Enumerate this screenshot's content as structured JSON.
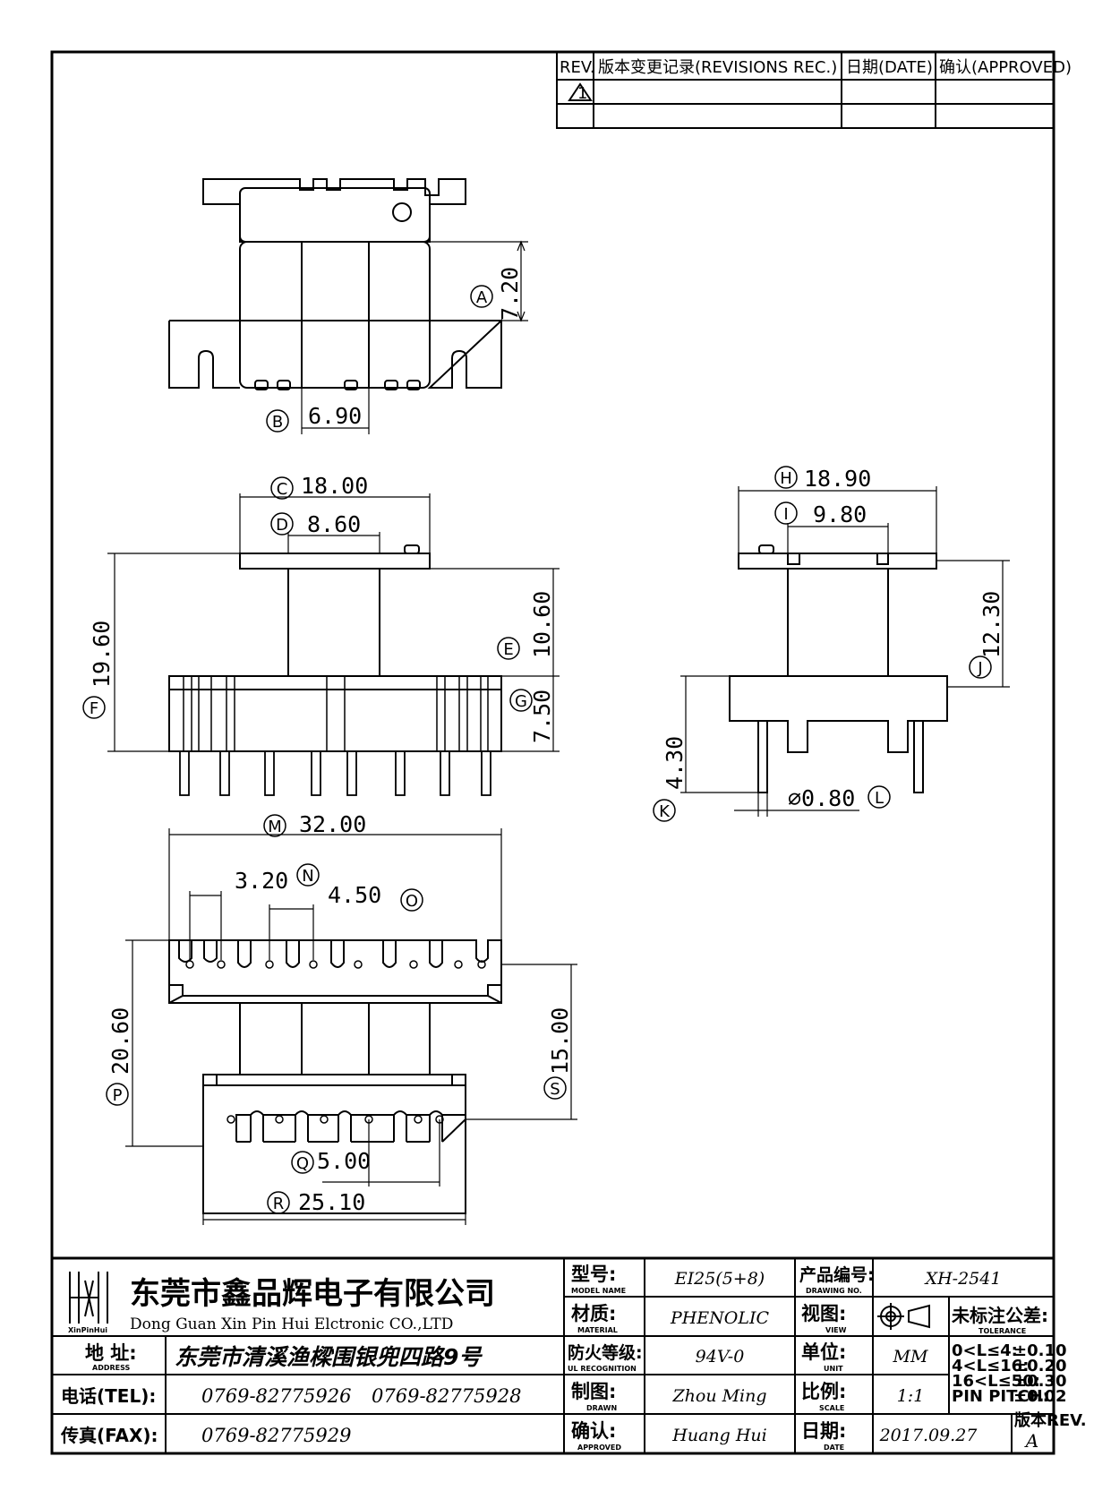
{
  "revision_table": {
    "col_rev": "REV.",
    "col_record": "版本变更记录(REVISIONS REC.)",
    "col_date": "日期(DATE)",
    "col_approved": "确认(APPROVED)",
    "rev_symbol": "1"
  },
  "dimensions": [
    {
      "id": "A",
      "value": "7.20"
    },
    {
      "id": "B",
      "value": "6.90"
    },
    {
      "id": "C",
      "value": "18.00"
    },
    {
      "id": "D",
      "value": "8.60"
    },
    {
      "id": "E",
      "value": "10.60"
    },
    {
      "id": "F",
      "value": "19.60"
    },
    {
      "id": "G",
      "value": "7.50"
    },
    {
      "id": "H",
      "value": "18.90"
    },
    {
      "id": "I",
      "value": "9.80"
    },
    {
      "id": "J",
      "value": "12.30"
    },
    {
      "id": "K",
      "value": "4.30"
    },
    {
      "id": "L",
      "value": "⌀0.80"
    },
    {
      "id": "M",
      "value": "32.00"
    },
    {
      "id": "N",
      "value": "3.20"
    },
    {
      "id": "O",
      "value": "4.50"
    },
    {
      "id": "P",
      "value": "20.60"
    },
    {
      "id": "Q",
      "value": "5.00"
    },
    {
      "id": "R",
      "value": "25.10"
    },
    {
      "id": "S",
      "value": "15.00"
    }
  ],
  "title_block": {
    "logo_text": "XinPinHui",
    "company_cn": "东莞市鑫品辉电子有限公司",
    "company_en": "Dong Guan Xin Pin Hui Elctronic CO.,LTD",
    "address_label": "地  址:",
    "address_label_en": "ADDRESS",
    "address_value": "东莞市清溪渔樑围银兜四路9号",
    "tel_label": "电话(TEL):",
    "tel_values": [
      "0769-82775926",
      "0769-82775928"
    ],
    "fax_label": "传真(FAX):",
    "fax_value": "0769-82775929",
    "model_label": "型号:",
    "model_label_en": "MODEL NAME",
    "model_value": "EI25(5+8)",
    "material_label": "材质:",
    "material_label_en": "MATERIAL",
    "material_value": "PHENOLIC",
    "fire_label": "防火等级:",
    "fire_label_en": "UL RECOGNITION",
    "fire_value": "94V-0",
    "drawn_label": "制图:",
    "drawn_label_en": "DRAWN",
    "drawn_value": "Zhou Ming",
    "approved_label": "确认:",
    "approved_label_en": "APPROVED",
    "approved_value": "Huang Hui",
    "drawing_no_label": "产品编号:",
    "drawing_no_label_en": "DRAWING NO.",
    "drawing_no_value": "XH-2541",
    "view_label": "视图:",
    "view_label_en": "VIEW",
    "unit_label": "单位:",
    "unit_label_en": "UNIT",
    "unit_value": "MM",
    "scale_label": "比例:",
    "scale_label_en": "SCALE",
    "scale_value": "1:1",
    "date_label": "日期:",
    "date_label_en": "DATE",
    "date_value": "2017.09.27",
    "tolerance_label": "未标注公差:",
    "tolerance_label_en": "TOLERANCE",
    "tolerance_rows": [
      {
        "range": "0<L≤4:",
        "value": "±0.10"
      },
      {
        "range": "4<L≤16:",
        "value": "±0.20"
      },
      {
        "range": "16<L≤50:",
        "value": "±0.30"
      },
      {
        "range": "PIN PITCH:",
        "value": "±0.02"
      }
    ],
    "version_label": "版本REV.",
    "version_value": "A"
  }
}
